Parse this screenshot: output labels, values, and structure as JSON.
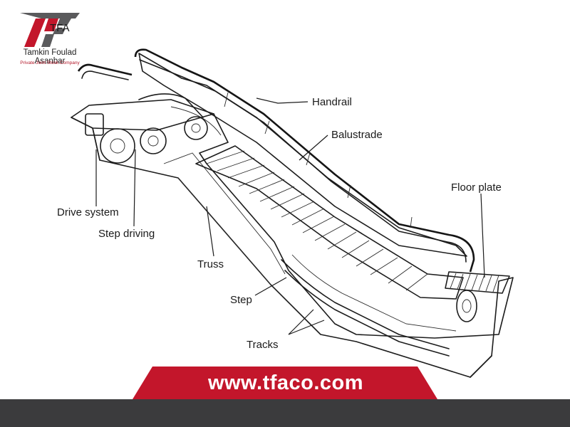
{
  "brand": {
    "company_name": "Tamkin Foulad Asanbar",
    "company_subtitle": "Private Joint Stock Company",
    "website": "www.tfaco.com",
    "logo_letters": "TFA",
    "colors": {
      "red": "#c3162b",
      "dark_gray": "#3b3b3d",
      "gray": "#58585a"
    }
  },
  "diagram": {
    "labels": {
      "handrail": "Handrail",
      "balustrade": "Balustrade",
      "floor_plate": "Floor plate",
      "drive_system": "Drive system",
      "step_driving": "Step driving",
      "truss": "Truss",
      "step": "Step",
      "tracks": "Tracks"
    }
  }
}
